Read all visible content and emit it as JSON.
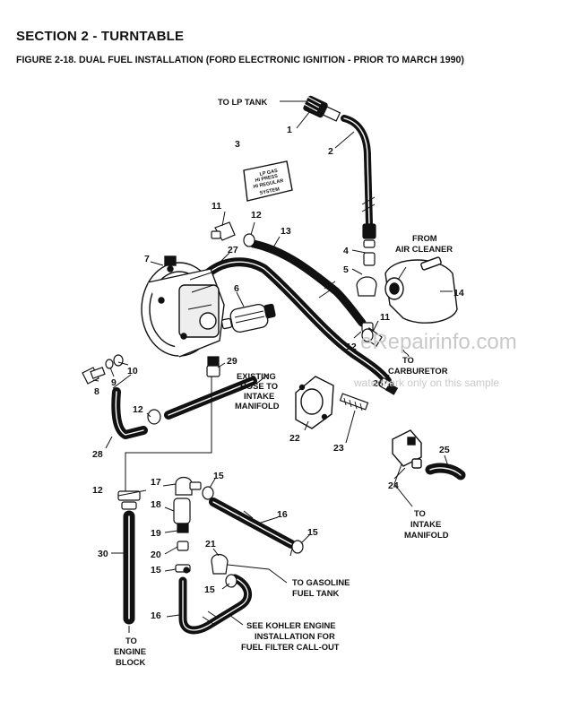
{
  "header": {
    "section_title": "SECTION 2 - TURNTABLE",
    "figure_title": "FIGURE 2-18. DUAL FUEL INSTALLATION (FORD ELECTRONIC IGNITION - PRIOR TO MARCH 1990)"
  },
  "labels": {
    "lp_tank": "TO LP TANK",
    "from_air_cleaner_1": "FROM",
    "from_air_cleaner_2": "AIR CLEANER",
    "to_carb_1": "TO",
    "to_carb_2": "CARBURETOR",
    "existing_1": "EXISTING",
    "existing_2": "HOSE TO",
    "existing_3": "INTAKE",
    "existing_4": "MANIFOLD",
    "to_intake_1": "TO",
    "to_intake_2": "INTAKE",
    "to_intake_3": "MANIFOLD",
    "gasoline_1": "TO GASOLINE",
    "gasoline_2": "FUEL TANK",
    "kohler_1": "SEE KOHLER ENGINE",
    "kohler_2": "INSTALLATION FOR",
    "kohler_3": "FUEL FILTER CALL-OUT",
    "engine_1": "TO",
    "engine_2": "ENGINE",
    "engine_3": "BLOCK",
    "decal_1": "LP GAS",
    "decal_2": "HI PRESS",
    "decal_3": "HI REGULAR",
    "decal_4": "SYSTEM"
  },
  "callouts": {
    "c1": "1",
    "c2": "2",
    "c3": "3",
    "c4": "4",
    "c5": "5",
    "c6": "6",
    "c7": "7",
    "c8": "8",
    "c9": "9",
    "c10": "10",
    "c11a": "11",
    "c11b": "11",
    "c12a": "12",
    "c12b": "12",
    "c12c": "12",
    "c12d": "12",
    "c13": "13",
    "c14": "14",
    "c15a": "15",
    "c15b": "15",
    "c15c": "15",
    "c15d": "15",
    "c16a": "16",
    "c16b": "16",
    "c17": "17",
    "c18": "18",
    "c19": "19",
    "c20": "20",
    "c21": "21",
    "c22": "22",
    "c23": "23",
    "c24": "24",
    "c25": "25",
    "c26": "26",
    "c27": "27",
    "c28": "28",
    "c29": "29",
    "c30": "30"
  },
  "watermark": {
    "site": "eRepairinfo.com",
    "note": "watermark only on this sample"
  }
}
